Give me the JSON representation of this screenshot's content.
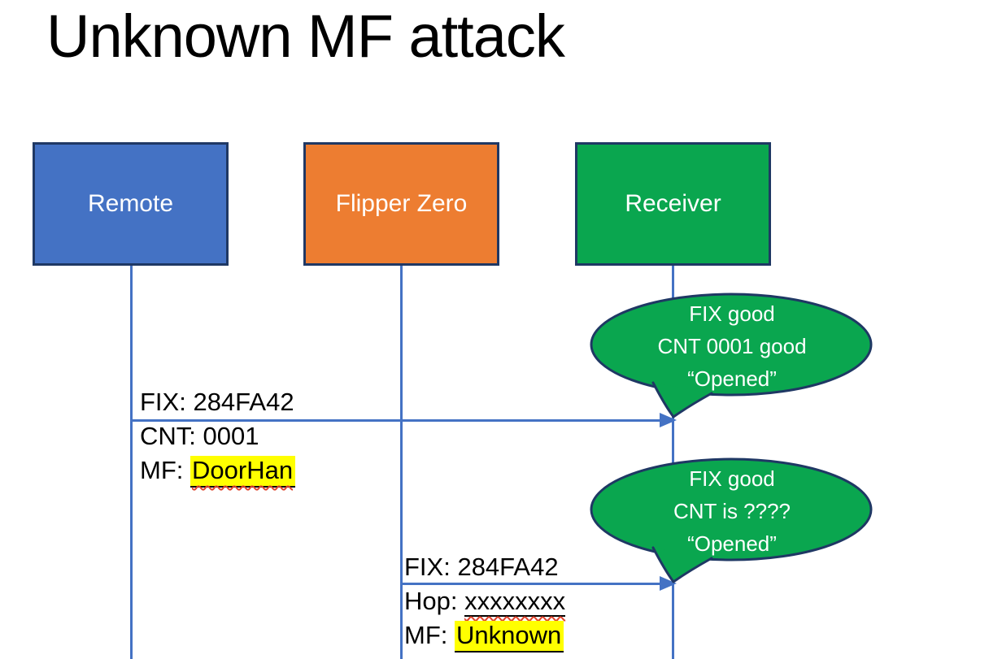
{
  "title": "Unknown MF attack",
  "colors": {
    "remote_box": "#4472C4",
    "flipper_box": "#ED7D31",
    "receiver_box": "#0AA64F",
    "bubble_fill": "#0AA64F",
    "shape_border": "#1F3864",
    "arrow_and_lifeline_blue": "#4472C4",
    "highlight_yellow": "#FFFF00",
    "spellcheck_red": "#E0442C",
    "shape_text": "#FFFFFF",
    "label_text": "#000000"
  },
  "actors": [
    {
      "label": "Remote"
    },
    {
      "label": "Flipper Zero"
    },
    {
      "label": "Receiver"
    }
  ],
  "bubbles": [
    {
      "line1": "FIX good",
      "line2": "CNT 0001 good",
      "line3": "“Opened”"
    },
    {
      "line1": "FIX good",
      "line2": "CNT is ????",
      "line3": "“Opened”"
    }
  ],
  "messages": {
    "remote_to_receiver": {
      "fix": "FIX: 284FA42",
      "cnt": "CNT: 0001",
      "mf_label": "MF:",
      "mf_value": "DoorHan"
    },
    "flipper_to_receiver": {
      "fix": "FIX: 284FA42",
      "hop_label": "Hop:",
      "hop_value": "xxxxxxxx",
      "mf_label": "MF:",
      "mf_value": "Unknown"
    }
  }
}
